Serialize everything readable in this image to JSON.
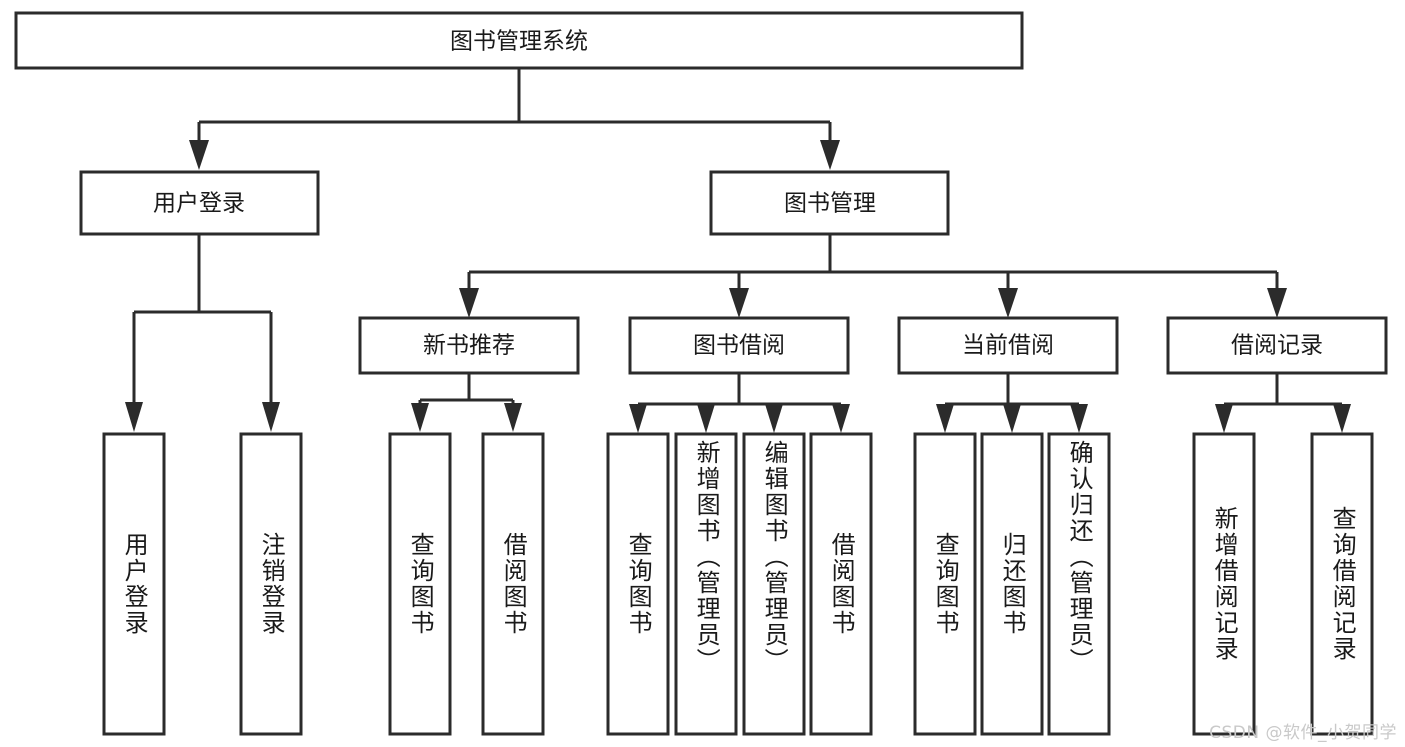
{
  "diagram": {
    "title": "图书管理系统",
    "type": "tree-hierarchy-functional-decomposition",
    "watermark": "CSDN @软件_小贺同学",
    "colors": {
      "box_fill": "#ffffff",
      "box_stroke": "#2b2b2b",
      "connector": "#2b2b2b",
      "text": "#1a1a1a",
      "watermark": "#c9c9c9"
    },
    "root": {
      "label": "图书管理系统",
      "orientation": "horizontal"
    },
    "level2": [
      {
        "label": "用户登录",
        "orientation": "horizontal"
      },
      {
        "label": "图书管理",
        "orientation": "horizontal"
      }
    ],
    "level3": [
      {
        "label": "新书推荐",
        "orientation": "horizontal"
      },
      {
        "label": "图书借阅",
        "orientation": "horizontal"
      },
      {
        "label": "当前借阅",
        "orientation": "horizontal"
      },
      {
        "label": "借阅记录",
        "orientation": "horizontal"
      }
    ],
    "leaves": {
      "user_login": [
        {
          "label": "用户登录",
          "orientation": "vertical"
        },
        {
          "label": "注销登录",
          "orientation": "vertical"
        }
      ],
      "new_book_recommend": [
        {
          "label": "查询图书",
          "orientation": "vertical"
        },
        {
          "label": "借阅图书",
          "orientation": "vertical"
        }
      ],
      "book_borrow": [
        {
          "label": "查询图书",
          "orientation": "vertical"
        },
        {
          "label": "新增图书（管理员）",
          "orientation": "vertical"
        },
        {
          "label": "编辑图书（管理员）",
          "orientation": "vertical"
        },
        {
          "label": "借阅图书",
          "orientation": "vertical"
        }
      ],
      "current_borrow": [
        {
          "label": "查询图书",
          "orientation": "vertical"
        },
        {
          "label": "归还图书",
          "orientation": "vertical"
        },
        {
          "label": "确认归还（管理员）",
          "orientation": "vertical"
        }
      ],
      "borrow_record": [
        {
          "label": "新增借阅记录",
          "orientation": "vertical"
        },
        {
          "label": "查询借阅记录",
          "orientation": "vertical"
        }
      ]
    }
  }
}
